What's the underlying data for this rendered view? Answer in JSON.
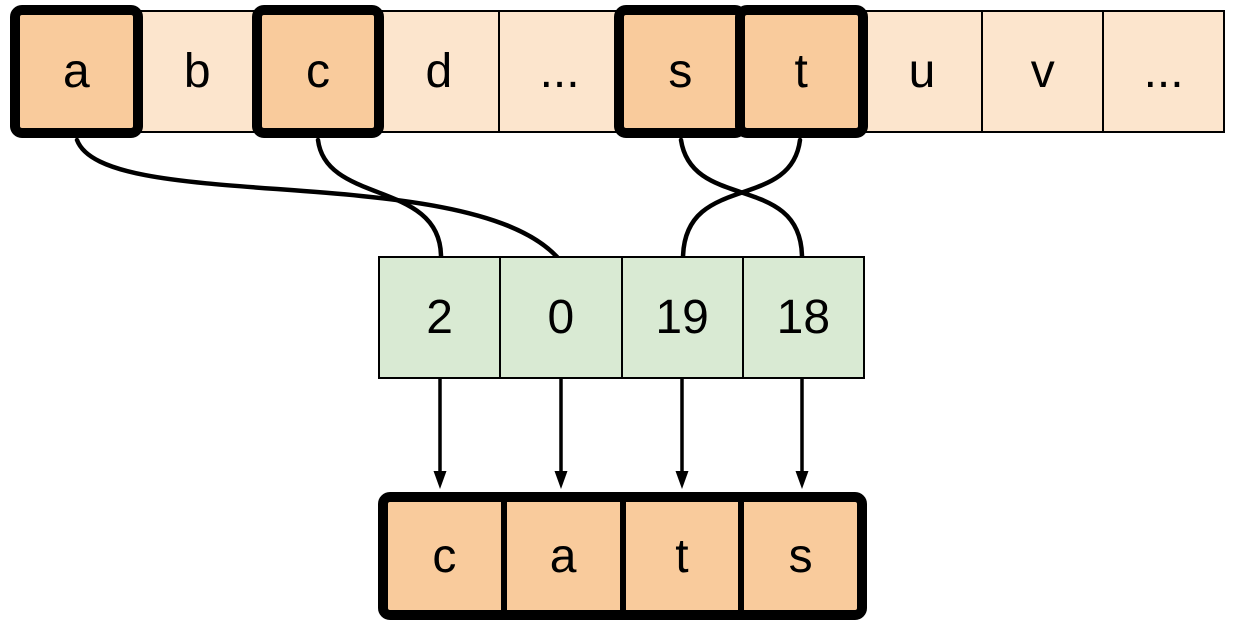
{
  "top_row": {
    "cells": [
      {
        "label": "a",
        "highlighted": true
      },
      {
        "label": "b",
        "highlighted": false
      },
      {
        "label": "c",
        "highlighted": true
      },
      {
        "label": "d",
        "highlighted": false
      },
      {
        "label": "...",
        "highlighted": false
      },
      {
        "label": "s",
        "highlighted": true
      },
      {
        "label": "t",
        "highlighted": true
      },
      {
        "label": "u",
        "highlighted": false
      },
      {
        "label": "v",
        "highlighted": false
      },
      {
        "label": "...",
        "highlighted": false
      }
    ]
  },
  "index_row": {
    "cells": [
      {
        "label": "2"
      },
      {
        "label": "0"
      },
      {
        "label": "19"
      },
      {
        "label": "18"
      }
    ]
  },
  "output_row": {
    "cells": [
      {
        "label": "c"
      },
      {
        "label": "a"
      },
      {
        "label": "t"
      },
      {
        "label": "s"
      }
    ]
  },
  "connections": {
    "top_to_index": [
      {
        "from": "a",
        "to": "0"
      },
      {
        "from": "c",
        "to": "2"
      },
      {
        "from": "s",
        "to": "18"
      },
      {
        "from": "t",
        "to": "19"
      }
    ],
    "index_to_output": [
      {
        "from": "2",
        "to": "c"
      },
      {
        "from": "0",
        "to": "a"
      },
      {
        "from": "19",
        "to": "t"
      },
      {
        "from": "18",
        "to": "s"
      }
    ]
  },
  "colors": {
    "background": "#ffffff",
    "cell_light": "#fce5cd",
    "cell_highlight": "#f9cb9c",
    "index_fill": "#d9ead3",
    "line": "#000000"
  }
}
